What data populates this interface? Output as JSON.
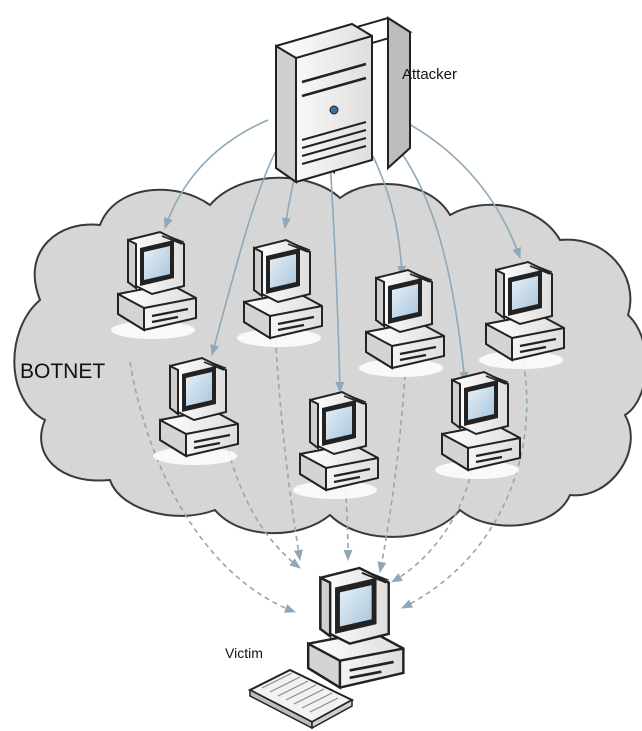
{
  "labels": {
    "attacker": "Attacker",
    "botnet": "BOTNET",
    "victim": "Victim"
  },
  "colors": {
    "cloud_fill": "#d6d6d6",
    "cloud_stroke": "#3a3a3a",
    "command_arrow": "#8fa8b8",
    "attack_arrow": "#8fa8b8",
    "device_body": "#f4f4f4",
    "device_outline": "#222222",
    "screen": "#c9dcea"
  },
  "nodes": {
    "attacker": {
      "type": "server-icon"
    },
    "bots": [
      {
        "id": "bot-1",
        "type": "computer-icon"
      },
      {
        "id": "bot-2",
        "type": "computer-icon"
      },
      {
        "id": "bot-3",
        "type": "computer-icon"
      },
      {
        "id": "bot-4",
        "type": "computer-icon"
      },
      {
        "id": "bot-5",
        "type": "computer-icon"
      },
      {
        "id": "bot-6",
        "type": "computer-icon"
      },
      {
        "id": "bot-7",
        "type": "computer-icon"
      }
    ],
    "victim": {
      "type": "computer-with-keyboard-icon"
    }
  },
  "edges": {
    "commands": {
      "from": "attacker",
      "to": [
        "bot-1",
        "bot-2",
        "bot-3",
        "bot-4",
        "bot-5",
        "bot-6",
        "bot-7"
      ],
      "style": "solid"
    },
    "attacks": {
      "from": [
        "bot-1",
        "bot-2",
        "bot-3",
        "bot-4",
        "bot-5",
        "bot-6",
        "bot-7"
      ],
      "to": "victim",
      "style": "dashed"
    }
  }
}
